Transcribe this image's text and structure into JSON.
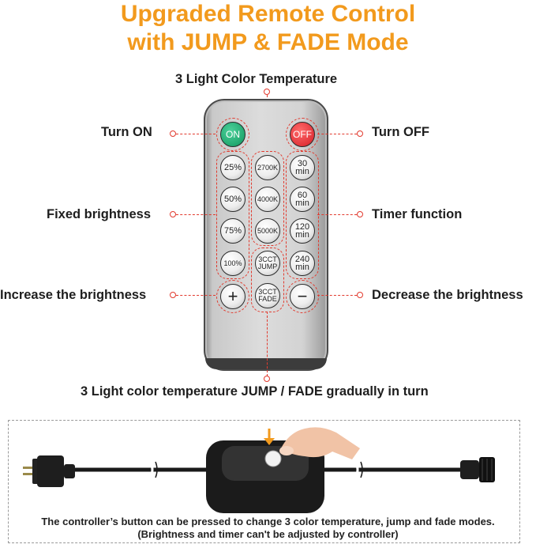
{
  "header": {
    "title_line1": "Upgraded Remote Control",
    "title_line2": "with JUMP & FADE Mode",
    "accent_color": "#f29a1d"
  },
  "labels": {
    "color_temp": "3 Light Color Temperature",
    "turn_on": "Turn ON",
    "turn_off": "Turn OFF",
    "fixed_brightness": "Fixed brightness",
    "timer_function": "Timer function",
    "increase": "Increase the brightness",
    "decrease": "Decrease the brightness",
    "jump_fade": "3 Light color temperature JUMP / FADE gradually in turn"
  },
  "remote": {
    "on": "ON",
    "off": "OFF",
    "brightness": [
      "25%",
      "50%",
      "75%",
      "100%"
    ],
    "cct": [
      "2700K",
      "4000K",
      "5000K"
    ],
    "jump_l1": "3CCT",
    "jump_l2": "JUMP",
    "fade_l1": "3CCT",
    "fade_l2": "FADE",
    "timers": [
      {
        "n": "30",
        "u": "min"
      },
      {
        "n": "60",
        "u": "min"
      },
      {
        "n": "120",
        "u": "min"
      },
      {
        "n": "240",
        "u": "min"
      }
    ],
    "plus": "+",
    "minus": "−",
    "annotation_color": "#e23a2e"
  },
  "controller": {
    "caption_line1": "The controller’s button can be pressed to change 3 color temperature, jump and fade modes.",
    "caption_line2": "(Brightness and timer can't be adjusted by controller)"
  }
}
